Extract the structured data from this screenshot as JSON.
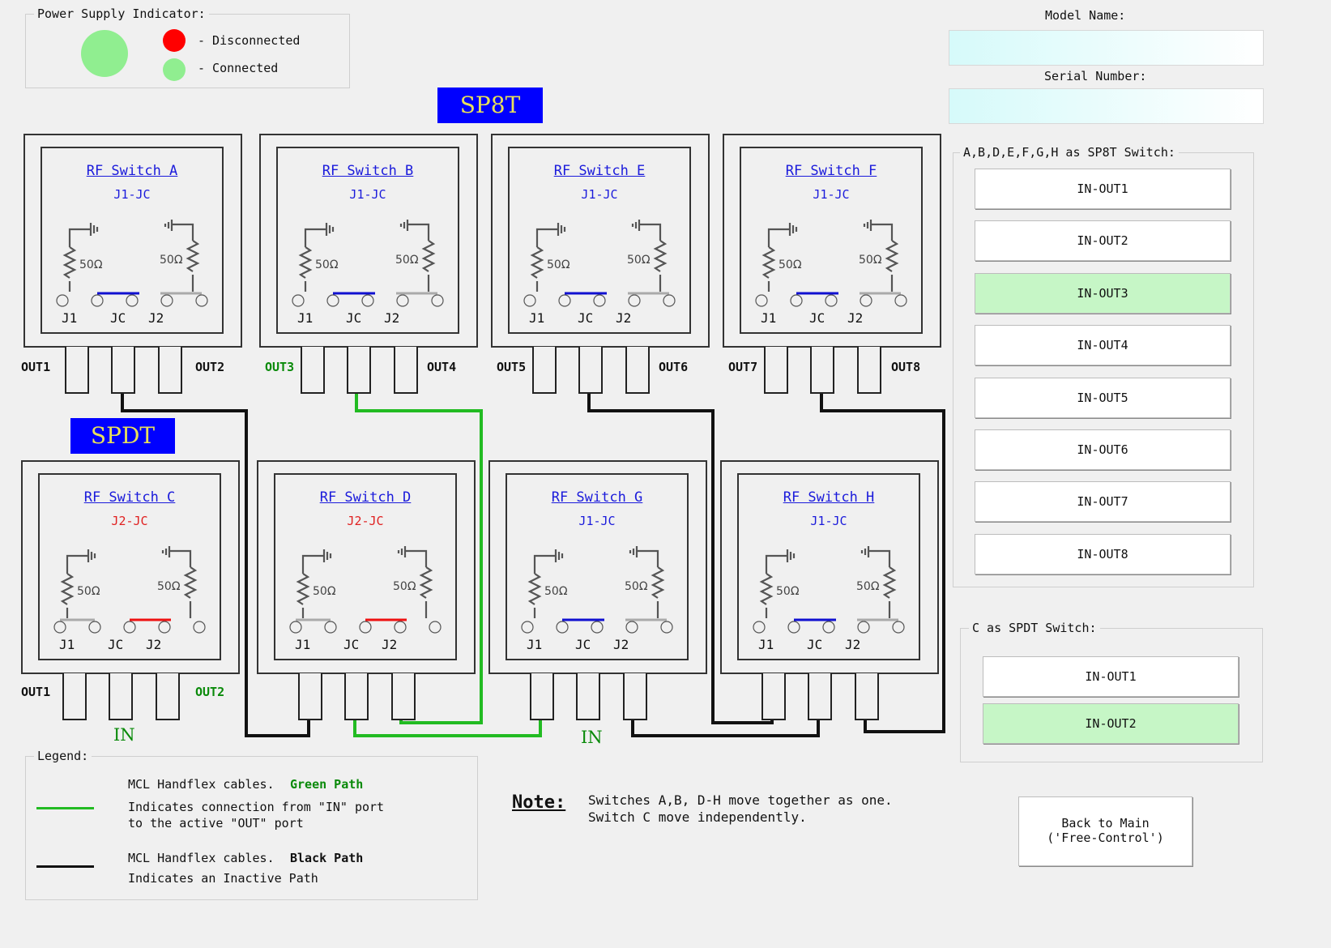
{
  "power": {
    "title": "Power Supply Indicator:",
    "state": "connected",
    "disconnected_label": "- Disconnected",
    "connected_label": "- Connected",
    "colors": {
      "connected": "#90ee90",
      "disconnected": "#ff0000"
    }
  },
  "model": {
    "label": "Model Name:",
    "value": ""
  },
  "serial": {
    "label": "Serial Number:",
    "value": ""
  },
  "banners": {
    "sp8t": "SP8T",
    "spdt": "SPDT"
  },
  "resistor_label": "50Ω",
  "pins": {
    "j1": "J1",
    "jc": "JC",
    "j2": "J2"
  },
  "switches": [
    {
      "id": "A",
      "title": "RF Switch A",
      "state": "J1-JC",
      "state_color": "#1a1adb"
    },
    {
      "id": "B",
      "title": "RF Switch B",
      "state": "J1-JC",
      "state_color": "#1a1adb"
    },
    {
      "id": "E",
      "title": "RF Switch E",
      "state": "J1-JC",
      "state_color": "#1a1adb"
    },
    {
      "id": "F",
      "title": "RF Switch F",
      "state": "J1-JC",
      "state_color": "#1a1adb"
    },
    {
      "id": "C",
      "title": "RF Switch C",
      "state": "J2-JC",
      "state_color": "#e02020"
    },
    {
      "id": "D",
      "title": "RF Switch D",
      "state": "J2-JC",
      "state_color": "#e02020"
    },
    {
      "id": "G",
      "title": "RF Switch G",
      "state": "J1-JC",
      "state_color": "#1a1adb"
    },
    {
      "id": "H",
      "title": "RF Switch H",
      "state": "J1-JC",
      "state_color": "#1a1adb"
    }
  ],
  "out_labels": [
    "OUT1",
    "OUT2",
    "OUT3",
    "OUT4",
    "OUT5",
    "OUT6",
    "OUT7",
    "OUT8"
  ],
  "spdt_out_labels": [
    "OUT1",
    "OUT2"
  ],
  "in_label": "IN",
  "colors": {
    "active_out": "#0a8a0a",
    "green_path": "#22bb22",
    "black_path": "#111111",
    "blue_link": "#1010d0",
    "red_link": "#ee1111",
    "gray_link": "#aaaaaa"
  },
  "sp8t_group": {
    "title": "A,B,D,E,F,G,H as SP8T Switch:",
    "buttons": [
      "IN-OUT1",
      "IN-OUT2",
      "IN-OUT3",
      "IN-OUT4",
      "IN-OUT5",
      "IN-OUT6",
      "IN-OUT7",
      "IN-OUT8"
    ],
    "active": "IN-OUT3"
  },
  "spdt_group": {
    "title": "C as SPDT Switch:",
    "buttons": [
      "IN-OUT1",
      "IN-OUT2"
    ],
    "active": "IN-OUT2"
  },
  "legend": {
    "title": "Legend:",
    "green": {
      "cable": "MCL Handflex cables.",
      "name": "Green Path",
      "desc1": "Indicates connection from \"IN\" port",
      "desc2": "to the active \"OUT\" port"
    },
    "black": {
      "cable": "MCL Handflex cables.",
      "name": "Black Path",
      "desc": "Indicates an Inactive Path"
    }
  },
  "note": {
    "label": "Note:",
    "line1": "Switches A,B, D-H move together as one.",
    "line2": "Switch C move independently."
  },
  "back_button": {
    "line1": "Back to Main",
    "line2": "('Free-Control')"
  }
}
